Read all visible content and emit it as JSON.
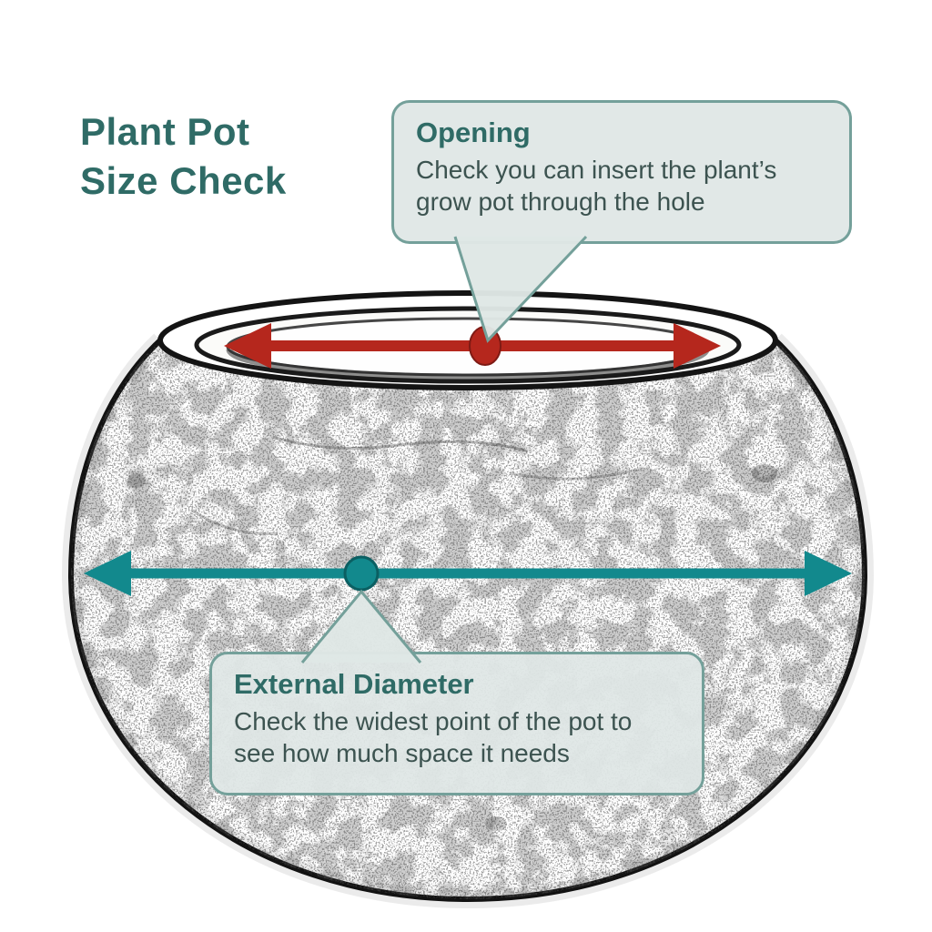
{
  "title": {
    "line1": "Plant Pot",
    "line2": "Size Check"
  },
  "callouts": {
    "opening": {
      "title": "Opening",
      "body": "Check you can insert the plant’s grow pot through the hole"
    },
    "external_diameter": {
      "title": "External Diameter",
      "body": "Check the widest point of the pot to see how much space it needs"
    }
  },
  "diagram": {
    "subject": "hand-sketched round plant pot",
    "markers": {
      "opening_measure": "red double-headed arrow with red dot across the pot opening",
      "external_measure": "teal double-headed arrow with teal dot across the widest point of the pot"
    }
  },
  "colors": {
    "marker_red": "#b5271d",
    "marker_red_dark": "#7e1a14",
    "arrow_teal": "#12898d",
    "arrow_teal_dark": "#0b5f62",
    "callout_bg": "#dfe7e5",
    "callout_border": "#74a09a",
    "title_text": "#2f6b66",
    "body_text": "#3c5350",
    "sketch_ink": "#141414"
  }
}
